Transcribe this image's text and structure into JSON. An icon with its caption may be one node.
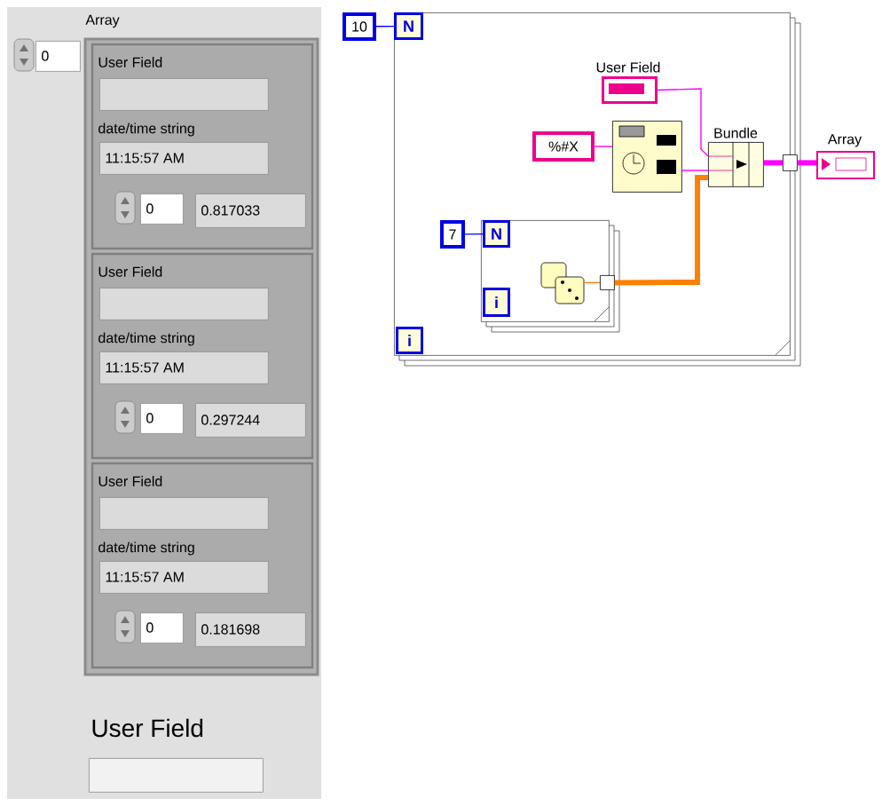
{
  "diagram": {
    "nodes": [
      {
        "text": [],
        "shape": "box"
      },
      {
        "text": [
          "10"
        ]
      },
      {
        "text": [
          "N"
        ]
      },
      {
        "text": [
          "i"
        ],
        "in": 0
      },
      {
        "text": [
          "User Field"
        ],
        "in": 0
      },
      {
        "text": [
          "%#X"
        ],
        "in": 0
      },
      {
        "text": [],
        "shape": "picture",
        "in": 0
      },
      {
        "text": [
          "Bundle"
        ],
        "in": 0
      },
      {
        "text": [],
        "shape": "box",
        "in": 0
      },
      {
        "text": [
          "7"
        ],
        "in": 0
      },
      {
        "text": [
          "N"
        ],
        "in": 0
      },
      {
        "text": [
          "i"
        ],
        "in": 8
      },
      {
        "text": [],
        "shape": "picture",
        "in": 8
      },
      {
        "text": [],
        "shape": "box",
        "in": 8
      },
      {
        "text": [],
        "shape": "box",
        "in": 0
      },
      {
        "text": [
          "Array"
        ]
      }
    ],
    "edges": [
      {
        "from": 1,
        "to": 2,
        "arrow": "none",
        "color": "#0000ff"
      },
      {
        "from": 9,
        "to": 10,
        "arrow": "none",
        "color": "#0000ff"
      },
      {
        "from": 4,
        "to": 7,
        "arrow": "none"
      },
      {
        "from": 5,
        "to": 6,
        "arrow": "none"
      },
      {
        "from": 6,
        "to": 7,
        "arrow": "none"
      },
      {
        "from": 12,
        "to": 13,
        "arrow": "none",
        "color": "#ff8000"
      },
      {
        "from": 13,
        "to": 7,
        "arrow": "none",
        "style": "thick",
        "color": "#ff8000"
      },
      {
        "from": 7,
        "to": 14,
        "arrow": "none",
        "style": "thick"
      },
      {
        "from": 14,
        "to": 15,
        "arrow": "none",
        "style": "thick"
      }
    ],
    "labels": [
      "Array",
      "0",
      "User Field",
      "date/time string",
      "11:15:57 AM",
      "0",
      "0.817033",
      "User Field",
      "date/time string",
      "11:15:57 AM",
      "0",
      "0.297244",
      "User Field",
      "date/time string",
      "11:15:57 AM",
      "0",
      "0.181698",
      "User Field"
    ]
  }
}
